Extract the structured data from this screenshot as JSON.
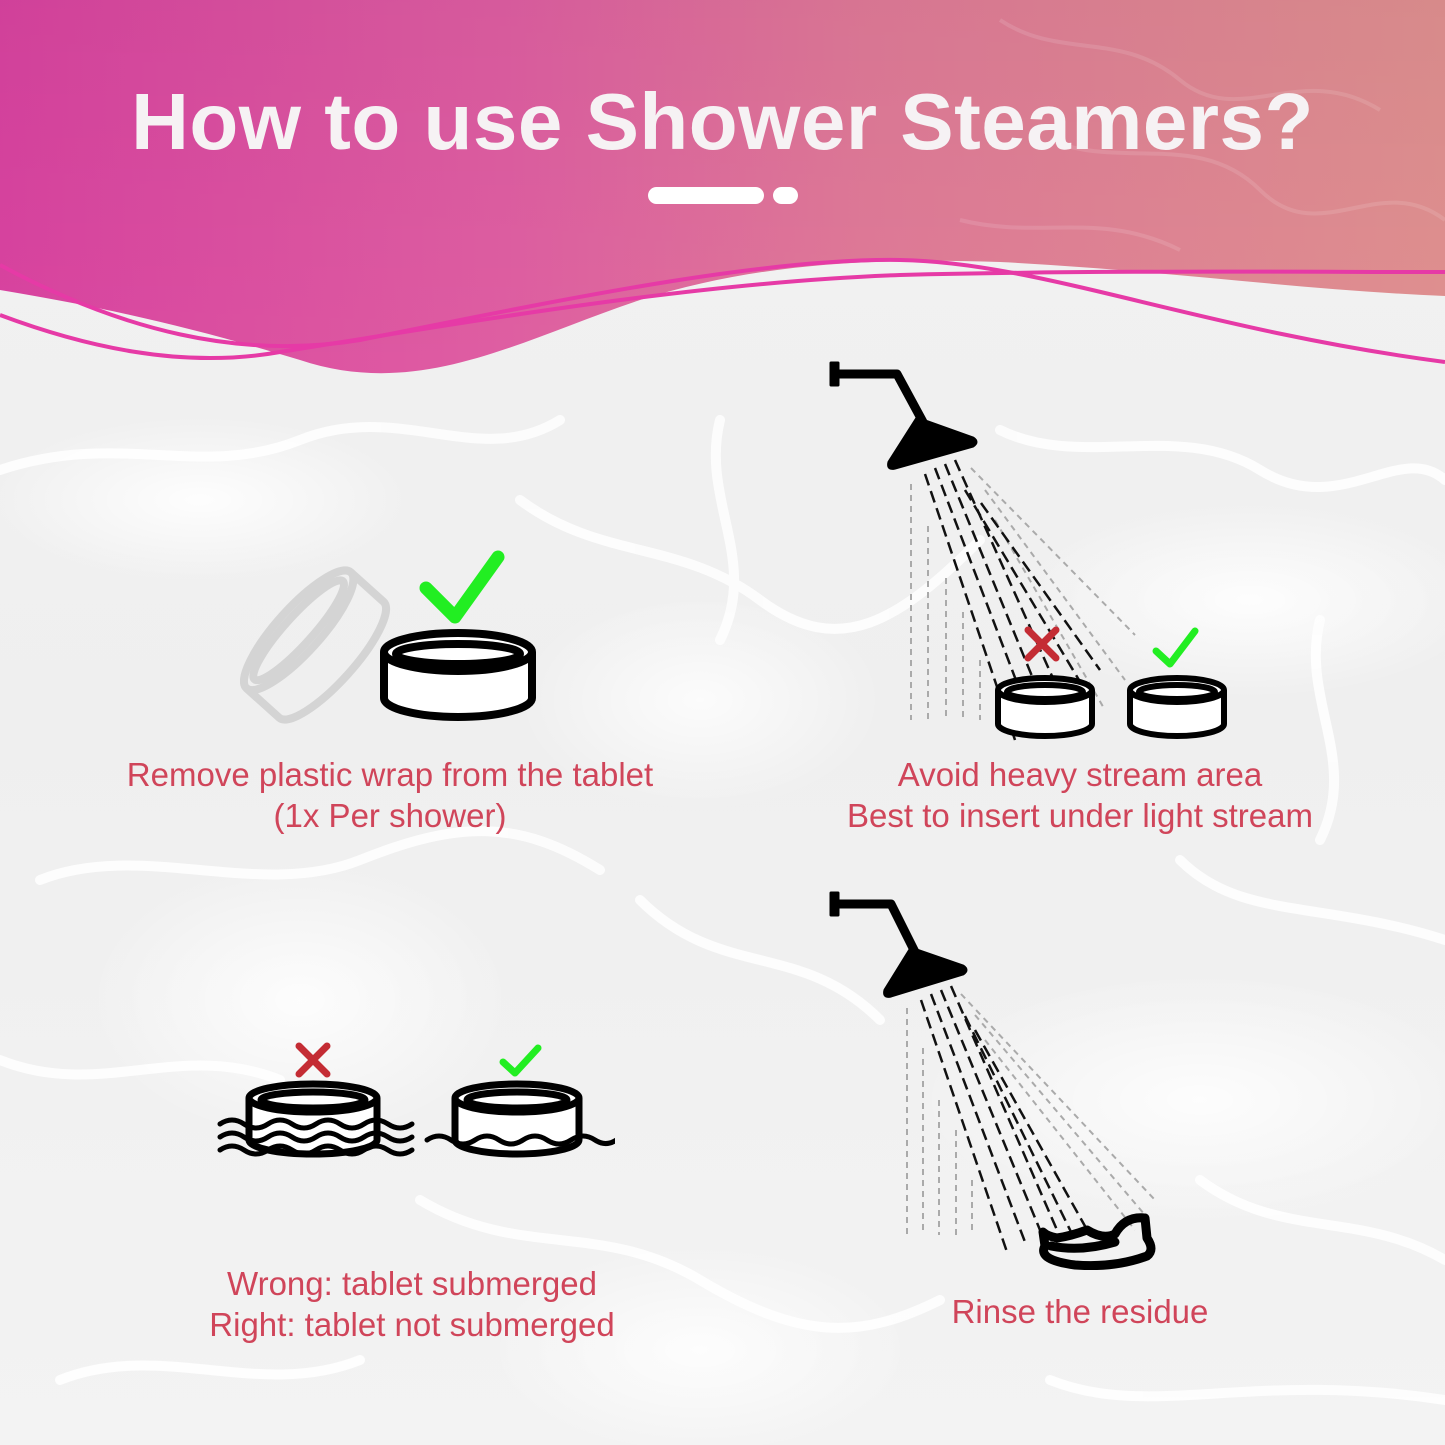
{
  "header": {
    "title": "How to use Shower Steamers?"
  },
  "colors": {
    "header_pink_left": "#dc4ca0",
    "header_pink_right": "#e08a96",
    "wave_line": "#e63aa6",
    "caption_text": "#d0455a",
    "check_green": "#22ee22",
    "cross_red": "#c42c34",
    "icon_black": "#000000"
  },
  "steps": [
    {
      "id": "remove-wrap",
      "icons": [
        "plastic-wrap-icon",
        "tablet-icon",
        "check-icon"
      ],
      "lines": [
        "Remove plastic wrap from the tablet",
        "(1x Per shower)"
      ]
    },
    {
      "id": "placement",
      "icons": [
        "shower-head-icon",
        "water-stream-icon",
        "cross-icon",
        "check-icon",
        "tablet-icon"
      ],
      "lines": [
        "Avoid heavy stream area",
        "Best to insert under light stream"
      ]
    },
    {
      "id": "submerged",
      "icons": [
        "submerged-tablet-icon",
        "cross-icon",
        "tablet-on-water-icon",
        "check-icon"
      ],
      "lines": [
        "Wrong: tablet submerged",
        "Right: tablet not submerged"
      ]
    },
    {
      "id": "rinse",
      "icons": [
        "shower-head-icon",
        "water-stream-icon",
        "residue-icon"
      ],
      "lines": [
        "Rinse the residue"
      ]
    }
  ]
}
